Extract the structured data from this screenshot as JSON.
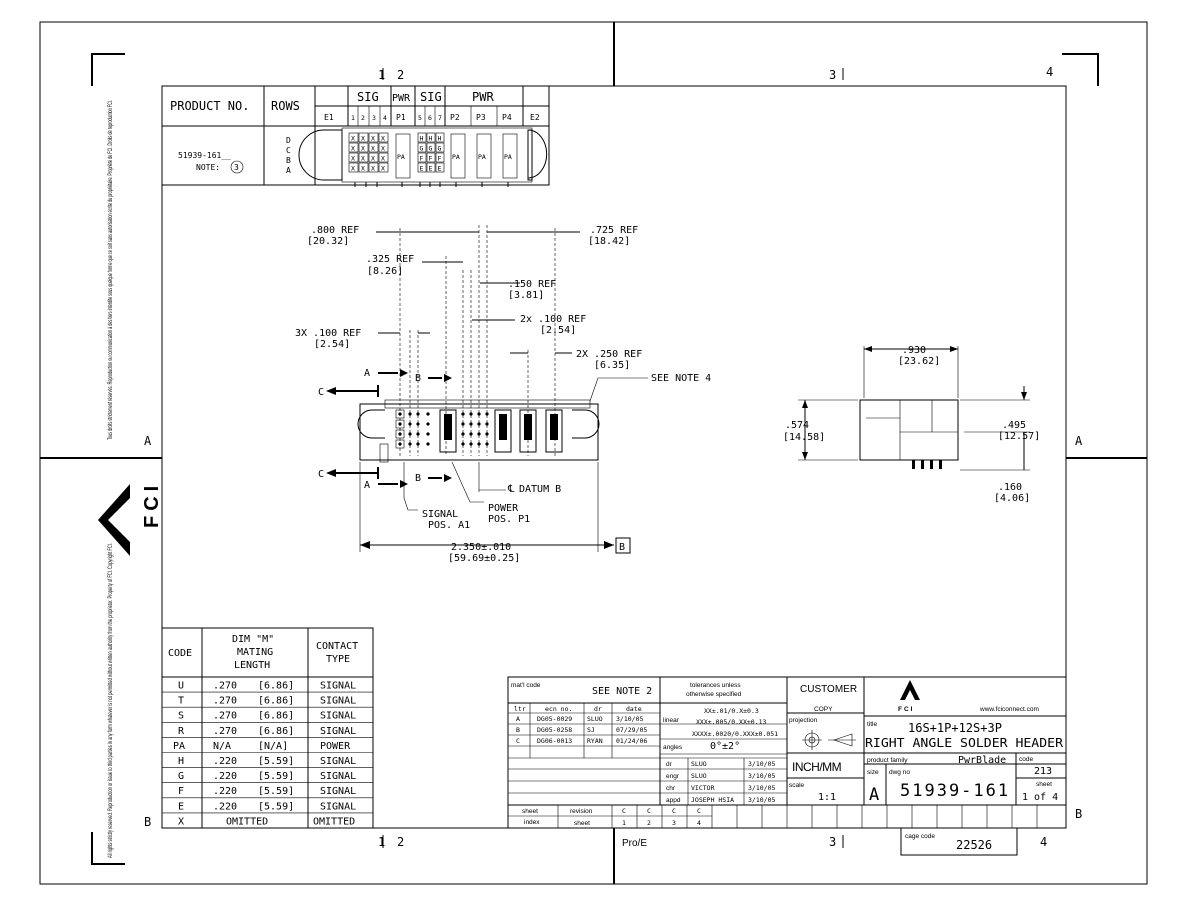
{
  "zones": {
    "top": [
      "1",
      "2",
      "3",
      "4"
    ],
    "bottom": [
      "1",
      "2",
      "3",
      "4"
    ],
    "left": [
      "A",
      "B"
    ],
    "right": [
      "A",
      "B"
    ]
  },
  "notices": {
    "upper_text": "Tous droits strictement réservés. Reproduction ou communication à des tiers interdite sous quelque forme que ce soit sans autorisation écrite du propriétaire. Propriété de FCI. Droits de reproduction FCI.",
    "lower_text": "All rights strictly reserved. Reproduction or issue to third parties in any form whatever is not permitted without written authority from the proprietor. Property of FCI. Copyright FCI."
  },
  "brand": {
    "logo": "FCI",
    "website": "www.fciconnect.com"
  },
  "product_table": {
    "header_product": "PRODUCT NO.",
    "header_rows": "ROWS",
    "group_sig": "SIG",
    "group_pwr": "PWR",
    "group_sig2": "SIG",
    "group_pwr2": "PWR",
    "cols": [
      "E1",
      "1",
      "2",
      "3",
      "4",
      "P1",
      "5",
      "6",
      "7",
      "P2",
      "P3",
      "P4",
      "E2"
    ],
    "part_no": "51939-161__",
    "note": "NOTE:",
    "note_num": "3",
    "rows": [
      "D",
      "C",
      "B",
      "A"
    ],
    "pa": "PA",
    "pin_grid": [
      [
        "X",
        "X",
        "X",
        "X"
      ],
      [
        "X",
        "X",
        "X",
        "X"
      ],
      [
        "X",
        "X",
        "X",
        "X"
      ],
      [
        "X",
        "X",
        "X",
        "X"
      ]
    ],
    "pin_grid2": [
      [
        "H",
        "H",
        "H"
      ],
      [
        "G",
        "G",
        "G"
      ],
      [
        "F",
        "F",
        "F"
      ],
      [
        "E",
        "E",
        "E"
      ]
    ]
  },
  "dimensions": {
    "d800": ".800  REF",
    "d800m": "[20.32]",
    "d725": ".725  REF",
    "d725m": "[18.42]",
    "d325": ".325  REF",
    "d325m": "[8.26]",
    "d150": ".150  REF",
    "d150m": "[3.81]",
    "d3x100": "3X .100  REF",
    "d3x100m": "[2.54]",
    "d2x100": "2x .100  REF",
    "d2x100m": "[2.54]",
    "d2x250": "2X .250  REF",
    "d2x250m": "[6.35]",
    "see_note4": "SEE NOTE 4",
    "d2350": "2.350±.010",
    "d2350m": "[59.69±0.25]",
    "datum_b_ref": "B",
    "signal_pos": "SIGNAL",
    "signal_pos2": "POS. A1",
    "power_pos": "POWER",
    "power_pos2": "POS. P1",
    "datum_b": "DATUM B",
    "d930": ".930",
    "d930m": "[23.62]",
    "d574": ".574",
    "d574m": "[14.58]",
    "d495": ".495",
    "d495m": "[12.57]",
    "d160": ".160",
    "d160m": "[4.06]",
    "label_a": "A",
    "label_b": "B",
    "label_c": "C"
  },
  "code_table": {
    "headers": [
      "CODE",
      "DIM \"M\"",
      "MATING",
      "LENGTH",
      "CONTACT",
      "TYPE"
    ],
    "rows": [
      [
        "U",
        ".270",
        "[6.86]",
        "SIGNAL"
      ],
      [
        "T",
        ".270",
        "[6.86]",
        "SIGNAL"
      ],
      [
        "S",
        ".270",
        "[6.86]",
        "SIGNAL"
      ],
      [
        "R",
        ".270",
        "[6.86]",
        "SIGNAL"
      ],
      [
        "PA",
        "N/A",
        "[N/A]",
        "POWER"
      ],
      [
        "H",
        ".220",
        "[5.59]",
        "SIGNAL"
      ],
      [
        "G",
        ".220",
        "[5.59]",
        "SIGNAL"
      ],
      [
        "F",
        ".220",
        "[5.59]",
        "SIGNAL"
      ],
      [
        "E",
        ".220",
        "[5.59]",
        "SIGNAL"
      ],
      [
        "X",
        "OMITTED",
        "",
        "OMITTED"
      ]
    ]
  },
  "title_block": {
    "mat_code_label": "mat'l code",
    "see_note2": "SEE NOTE 2",
    "tol_label1": "tolerances unless",
    "tol_label2": "otherwise specified",
    "customer": "CUSTOMER",
    "copy": "COPY",
    "projection": "projection",
    "rev_headers": [
      "ltr",
      "ecn no.",
      "dr",
      "date"
    ],
    "revs": [
      [
        "A",
        "DG05-0029",
        "SLUO",
        "3/10/05"
      ],
      [
        "B",
        "DG05-0258",
        "SJ",
        "07/29/05"
      ],
      [
        "C",
        "DG06-0013",
        "RYAN",
        "01/24/06"
      ]
    ],
    "linear": "linear",
    "angles": "angles",
    "tol1": "XX±.01/0.X±0.3",
    "tol2": "XXX±.005/0.XX±0.13",
    "tol3": "XXXX±.0020/0.XXX±0.051",
    "tol_ang": "0°±2°",
    "inch_mm": "INCH/MM",
    "scale_label": "scale",
    "scale": "1:1",
    "sign_headers": [
      "dr",
      "engr",
      "chr",
      "appd"
    ],
    "signs": [
      [
        "SLUO",
        "3/10/05"
      ],
      [
        "SLUO",
        "3/10/05"
      ],
      [
        "VICTOR",
        "3/10/05"
      ],
      [
        "JOSEPH HSIA",
        "3/10/05"
      ]
    ],
    "sheet_index_label1": "sheet",
    "sheet_index_label2": "index",
    "revision_label": "revision",
    "sheet_label": "sheet",
    "rev_vals": [
      "C",
      "C",
      "C",
      "C"
    ],
    "sheet_vals": [
      "1",
      "2",
      "3",
      "4"
    ],
    "title_label": "title",
    "title1": "16S+1P+12S+3P",
    "title2": "RIGHT ANGLE SOLDER HEADER",
    "product_family_label": "product family",
    "product_family": "PwrBlade",
    "code_label": "code",
    "code": "213",
    "size_label": "size",
    "size": "A",
    "dwg_no_label": "dwg no",
    "dwg_no": "51939-161",
    "sheet_of_label": "sheet",
    "sheet_of": "1 of 4",
    "cage_label": "cage code",
    "cage": "22526",
    "software": "Pro/E"
  }
}
